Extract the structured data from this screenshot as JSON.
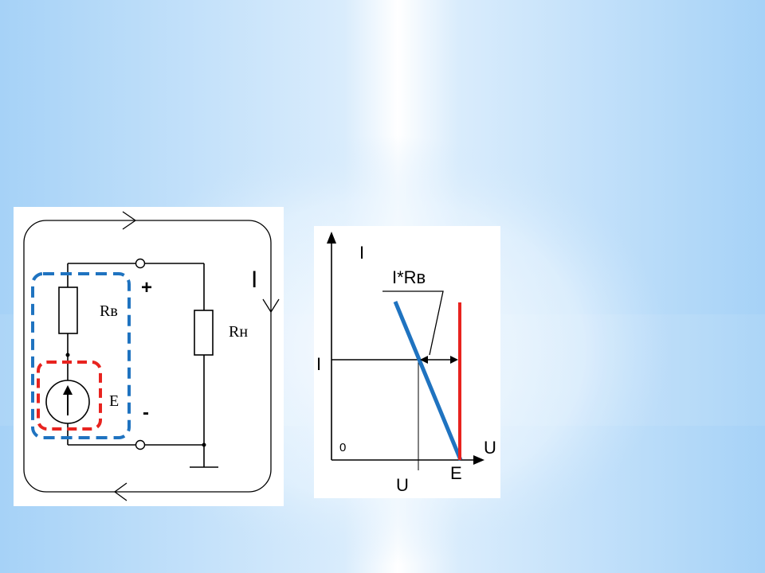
{
  "colors": {
    "background": "#a6d2f7",
    "source_outline": "#e8231f",
    "source_block_outline": "#1f73c0",
    "load_line": "#1f73c0",
    "emf_line": "#e8231f",
    "wire": "#000000"
  },
  "circuit": {
    "resistor_internal": "Rв",
    "resistor_load": "Rн",
    "emf": "E",
    "terminal_plus": "+",
    "terminal_minus": "-",
    "current": "I"
  },
  "graph": {
    "y_axis": "I",
    "x_axis": "U",
    "origin": "0",
    "drop_label": "I*Rв",
    "current_tick": "I",
    "voltage_tick": "U",
    "emf_tick": "E"
  }
}
